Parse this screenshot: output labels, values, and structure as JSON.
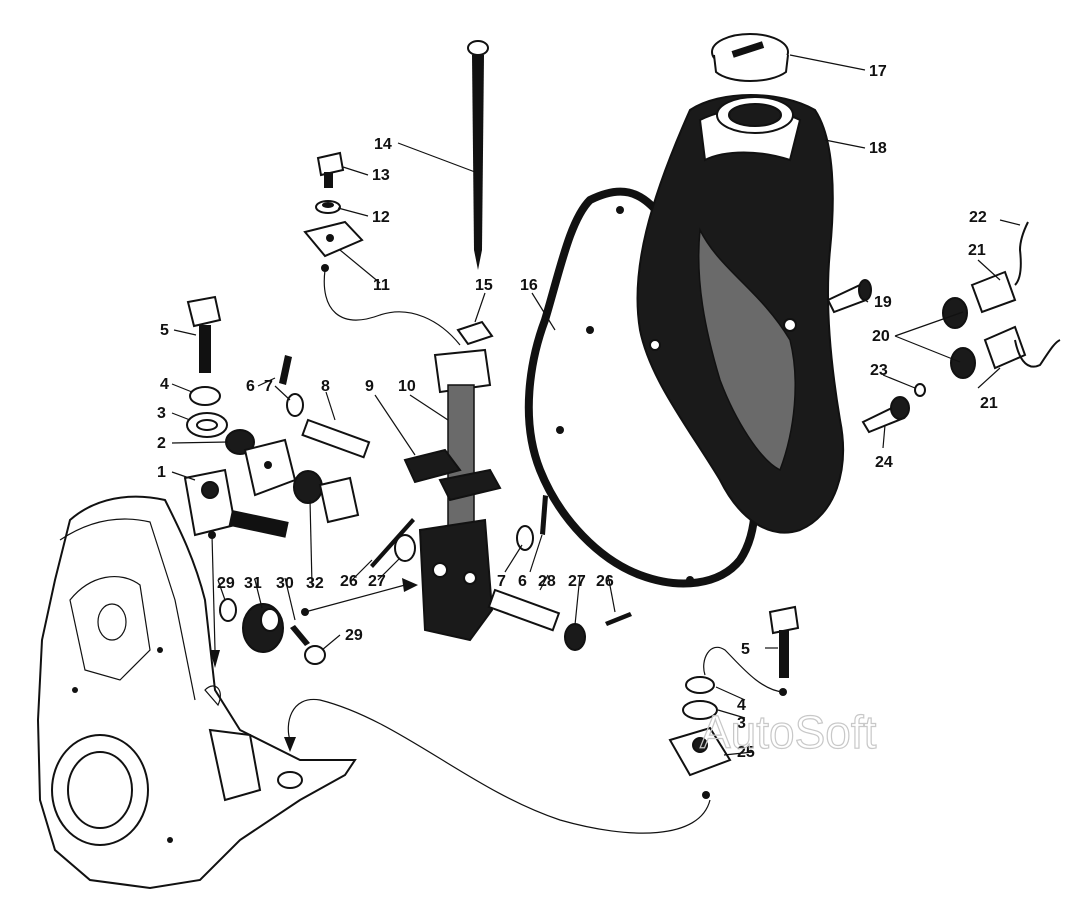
{
  "callouts": [
    {
      "id": "c1",
      "text": "1"
    },
    {
      "id": "c2",
      "text": "2"
    },
    {
      "id": "c3",
      "text": "3"
    },
    {
      "id": "c4",
      "text": "4"
    },
    {
      "id": "c5",
      "text": "5"
    },
    {
      "id": "c6a",
      "text": "6"
    },
    {
      "id": "c7a",
      "text": "7"
    },
    {
      "id": "c8",
      "text": "8"
    },
    {
      "id": "c9",
      "text": "9"
    },
    {
      "id": "c10",
      "text": "10"
    },
    {
      "id": "c11",
      "text": "11"
    },
    {
      "id": "c12",
      "text": "12"
    },
    {
      "id": "c13",
      "text": "13"
    },
    {
      "id": "c14",
      "text": "14"
    },
    {
      "id": "c15",
      "text": "15"
    },
    {
      "id": "c16",
      "text": "16"
    },
    {
      "id": "c17",
      "text": "17"
    },
    {
      "id": "c18",
      "text": "18"
    },
    {
      "id": "c19",
      "text": "19"
    },
    {
      "id": "c20",
      "text": "20"
    },
    {
      "id": "c21a",
      "text": "21"
    },
    {
      "id": "c21b",
      "text": "21"
    },
    {
      "id": "c22",
      "text": "22"
    },
    {
      "id": "c23",
      "text": "23"
    },
    {
      "id": "c24",
      "text": "24"
    },
    {
      "id": "c25",
      "text": "25"
    },
    {
      "id": "c26a",
      "text": "26"
    },
    {
      "id": "c26b",
      "text": "26"
    },
    {
      "id": "c27a",
      "text": "27"
    },
    {
      "id": "c27b",
      "text": "27"
    },
    {
      "id": "c28",
      "text": "28"
    },
    {
      "id": "c29a",
      "text": "29"
    },
    {
      "id": "c29b",
      "text": "29"
    },
    {
      "id": "c30",
      "text": "30"
    },
    {
      "id": "c31",
      "text": "31"
    },
    {
      "id": "c32",
      "text": "32"
    },
    {
      "id": "c7b",
      "text": "7"
    },
    {
      "id": "c6b",
      "text": "6"
    },
    {
      "id": "c5b",
      "text": "5"
    },
    {
      "id": "c4b",
      "text": "4"
    },
    {
      "id": "c3b",
      "text": "3"
    }
  ],
  "watermark": "AutoSoft",
  "colors": {
    "ink": "#111111",
    "background": "#ffffff",
    "watermark": "#c8c8c8"
  }
}
